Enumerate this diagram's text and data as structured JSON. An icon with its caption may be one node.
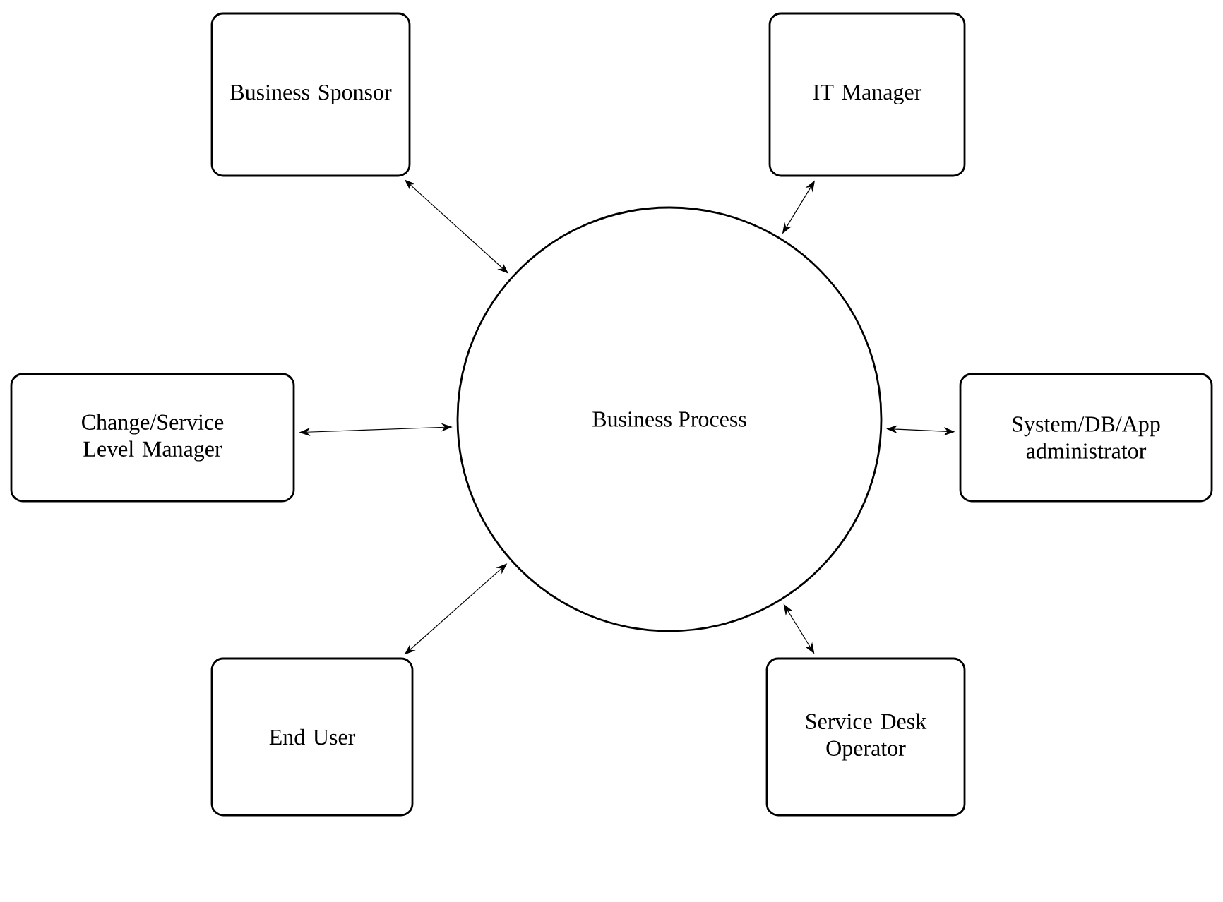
{
  "diagram": {
    "nodes": [
      {
        "text": [
          "Business Sponsor"
        ]
      },
      {
        "text": [
          "IT Manager"
        ]
      },
      {
        "text": [
          "Change/Service Level Manager"
        ]
      },
      {
        "text": [
          "Business Process"
        ]
      },
      {
        "text": [
          "System/DB/App administrator"
        ]
      },
      {
        "text": [
          "End User"
        ]
      },
      {
        "text": [
          "Service Desk Operator"
        ]
      }
    ],
    "edges": [
      {
        "from": 0,
        "to": 3,
        "arrow": "both"
      },
      {
        "from": 1,
        "to": 3,
        "arrow": "both"
      },
      {
        "from": 2,
        "to": 3,
        "arrow": "both"
      },
      {
        "from": 4,
        "to": 3,
        "arrow": "both"
      },
      {
        "from": 5,
        "to": 3,
        "arrow": "both"
      },
      {
        "from": 6,
        "to": 3,
        "arrow": "both"
      }
    ]
  }
}
